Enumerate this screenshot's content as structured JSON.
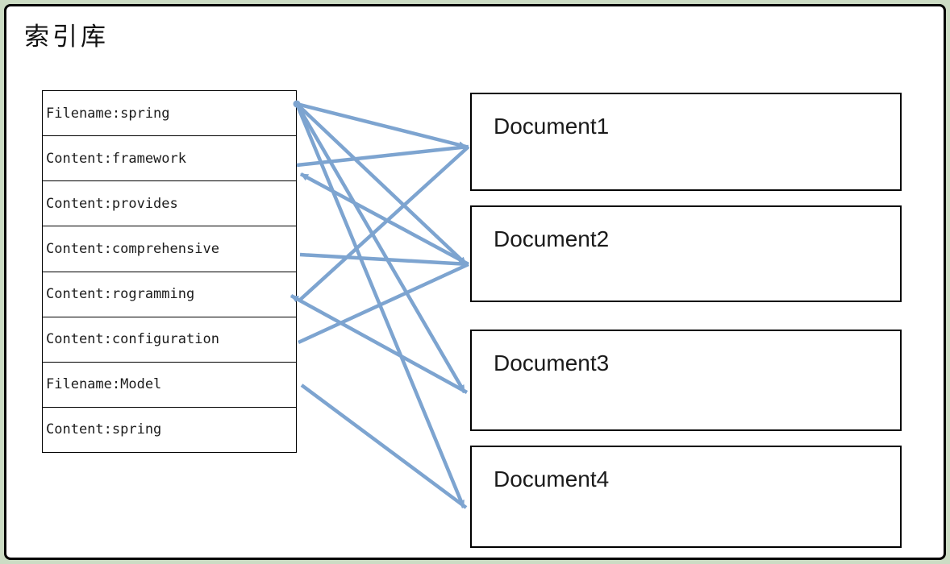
{
  "page": {
    "title": "索引库"
  },
  "colors": {
    "connector": "#7da4d0",
    "frame_border": "#000000",
    "page_margin": "#ccdcc4",
    "box_border": "#000000"
  },
  "index_table": {
    "rows": [
      {
        "label": "Filename:spring"
      },
      {
        "label": "Content:framework"
      },
      {
        "label": "Content:provides"
      },
      {
        "label": "Content:comprehensive"
      },
      {
        "label": "Content:rogramming"
      },
      {
        "label": "Content:configuration"
      },
      {
        "label": "Filename:Model"
      },
      {
        "label": "Content:spring"
      }
    ]
  },
  "documents": [
    {
      "label": "Document1"
    },
    {
      "label": "Document2"
    },
    {
      "label": "Document3"
    },
    {
      "label": "Document4"
    }
  ],
  "connections": [
    {
      "from": "Filename:spring",
      "to": "Document1",
      "arrow_at": "document"
    },
    {
      "from": "Filename:spring",
      "to": "Document2",
      "arrow_at": "document"
    },
    {
      "from": "Filename:spring",
      "to": "Document3",
      "arrow_at": "document"
    },
    {
      "from": "Filename:spring",
      "to": "Document4",
      "arrow_at": "document"
    },
    {
      "from": "Content:framework",
      "to": "Document1",
      "arrow_at": "document"
    },
    {
      "from": "Document2",
      "to": "Content:framework",
      "arrow_at": "index"
    },
    {
      "from": "Content:comprehensive",
      "to": "Document2",
      "arrow_at": "document"
    },
    {
      "from": "Content:configuration",
      "to": "Document2",
      "arrow_at": "document"
    },
    {
      "from": "Document3",
      "to": "Content:rogramming",
      "arrow_at": "index"
    },
    {
      "from": "Content:rogramming",
      "to": "Document1",
      "arrow_at": "document"
    },
    {
      "from": "Filename:Model",
      "to": "Document4",
      "arrow_at": "document"
    }
  ]
}
